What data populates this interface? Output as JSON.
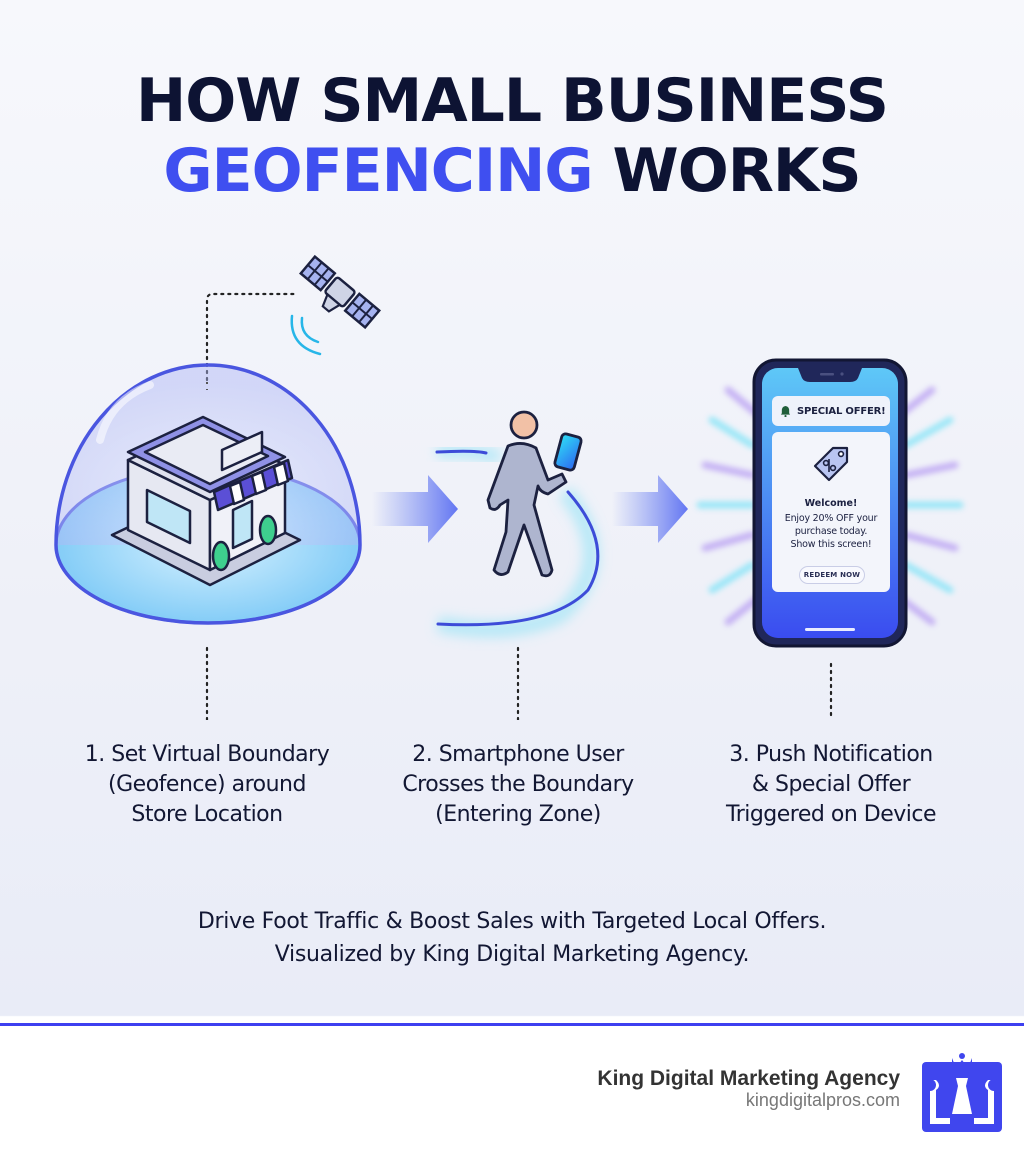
{
  "title": {
    "line1": "HOW SMALL BUSINESS",
    "line2_accent": "GEOFENCING",
    "line2_rest": " WORKS"
  },
  "colors": {
    "title_dark": "#0d1333",
    "accent": "#3f4ff0",
    "dome": "#4a56e0",
    "divider": "#3d3ff0",
    "phone_frame": "#1a2048",
    "store_green": "#3ecf8e"
  },
  "icons": {
    "satellite": "satellite-icon",
    "store": "store-icon",
    "dome": "geofence-dome",
    "walking_person": "walking-person-icon",
    "arrow": "arrow-right-icon",
    "phone": "smartphone-icon",
    "bell": "bell-icon",
    "price_tag": "discount-tag-icon"
  },
  "phone": {
    "notification_title": "SPECIAL OFFER!",
    "welcome": "Welcome!",
    "body": [
      "Enjoy 20% OFF your",
      "purchase today.",
      "Show this screen!"
    ],
    "button": "REDEEM NOW"
  },
  "steps": [
    {
      "lines": [
        "1. Set Virtual Boundary",
        "(Geofence) around",
        "Store Location"
      ]
    },
    {
      "lines": [
        "2. Smartphone User",
        "Crosses the Boundary",
        "(Entering Zone)"
      ]
    },
    {
      "lines": [
        "3. Push Notification",
        "& Special Offer",
        "Triggered on Device"
      ]
    }
  ],
  "tagline": {
    "line1": "Drive Foot Traffic & Boost Sales with Targeted Local Offers.",
    "line2": "Visualized by King Digital Marketing Agency."
  },
  "footer": {
    "brand_name": "King Digital Marketing Agency",
    "brand_url": "kingdigitalpros.com"
  }
}
